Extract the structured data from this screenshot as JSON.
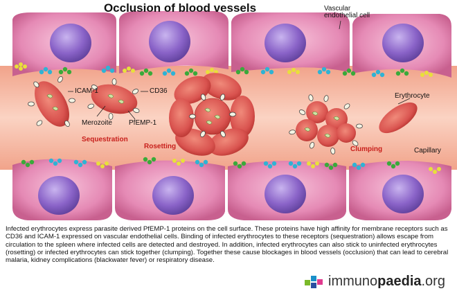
{
  "title": "Occlusion of blood vessels",
  "labels": {
    "vascular_endothelial_cell": "Vascular endothelial cell",
    "icam1": "ICAM-1",
    "cd36": "CD36",
    "merozoite": "Merozoite",
    "pfemp1": "PfEMP-1",
    "erythrocyte": "Erythrocyte",
    "capillary": "Capillary"
  },
  "processes": {
    "sequestration": "Sequestration",
    "rosetting": "Rosetting",
    "clumping": "Clumping"
  },
  "colors": {
    "process_label": "#c8201c",
    "endothelium": "#e07aa8",
    "nucleus": "#8a63c8",
    "erythrocyte": "#d9534f",
    "lumen": "#f6b49a"
  },
  "caption": "Infected erythrocytes express parasite derived PfEMP-1 proteins on the cell surface. These proteins have high affinity for membrane receptors such as CD36 and ICAM-1 expressed on vascular endothelial cells. Binding of infected erythrocytes to these receptors (sequestration) allows escape from circulation to the spleen where infected cells are detected and destroyed. In addition, infected erythrocytes can also stick to uninfected erythrocytes (rosetting) or infected erythrocytes can stick together (clumping). Together these cause blockages in blood vessels (occlusion) that can lead to cerebral malaria, kidney complications (blackwater fever) or respiratory disease.",
  "logo": {
    "part1": "immuno",
    "part2": "paedia",
    "part3": ".org"
  }
}
